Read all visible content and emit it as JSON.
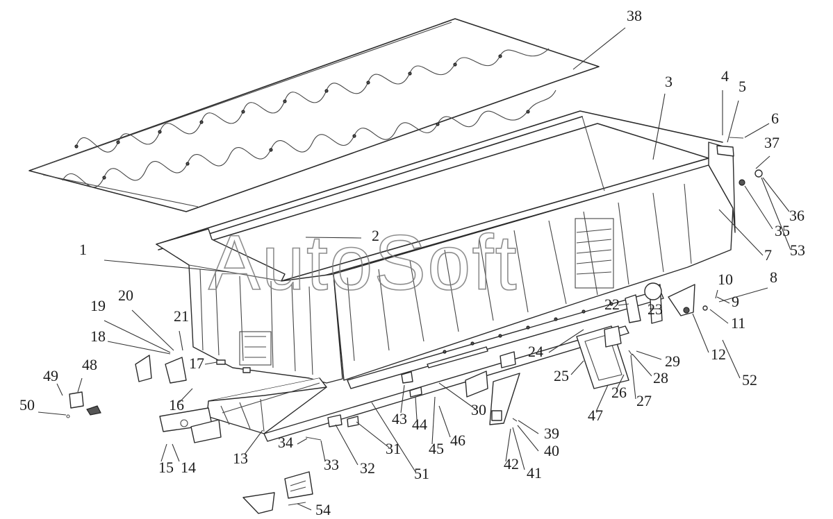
{
  "watermark": "AutoSoft",
  "callouts": [
    "1",
    "2",
    "3",
    "4",
    "5",
    "6",
    "7",
    "8",
    "9",
    "10",
    "11",
    "12",
    "13",
    "14",
    "15",
    "16",
    "17",
    "18",
    "19",
    "20",
    "21",
    "22",
    "23",
    "24",
    "25",
    "26",
    "27",
    "28",
    "29",
    "30",
    "31",
    "32",
    "33",
    "34",
    "35",
    "36",
    "37",
    "38",
    "39",
    "40",
    "41",
    "42",
    "43",
    "44",
    "45",
    "46",
    "47",
    "48",
    "49",
    "50",
    "51",
    "52",
    "53",
    "54"
  ],
  "colors": {
    "line": "#2a2a2a",
    "background": "#ffffff",
    "watermark": "#7a7a7a"
  }
}
